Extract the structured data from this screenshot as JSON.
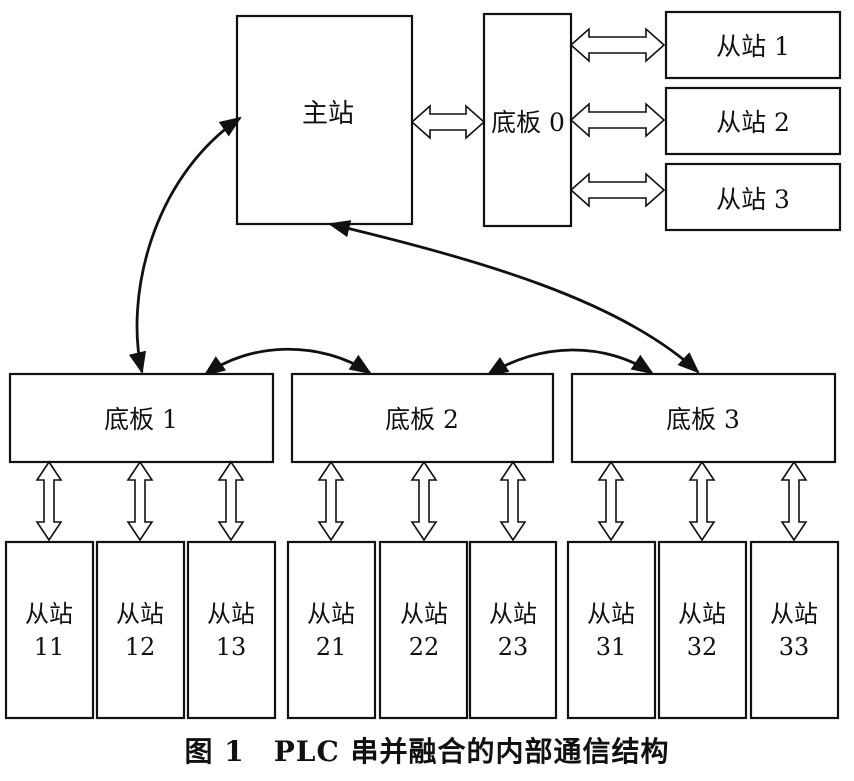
{
  "diagram": {
    "master": "主站",
    "board0": "底板 0",
    "board0_slaves": [
      "从站 1",
      "从站 2",
      "从站 3"
    ],
    "boards": [
      {
        "label": "底板 1",
        "slaves": [
          [
            "从站",
            "11"
          ],
          [
            "从站",
            "12"
          ],
          [
            "从站",
            "13"
          ]
        ]
      },
      {
        "label": "底板 2",
        "slaves": [
          [
            "从站",
            "21"
          ],
          [
            "从站",
            "22"
          ],
          [
            "从站",
            "23"
          ]
        ]
      },
      {
        "label": "底板 3",
        "slaves": [
          [
            "从站",
            "31"
          ],
          [
            "从站",
            "32"
          ],
          [
            "从站",
            "33"
          ]
        ]
      }
    ]
  },
  "caption": "图 1　PLC 串并融合的内部通信结构"
}
